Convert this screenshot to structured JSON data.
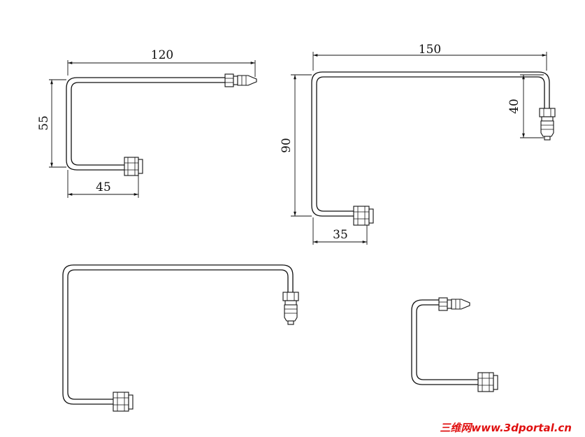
{
  "drawing": {
    "parts": [
      {
        "name": "pipe-1",
        "dimensions": {
          "top_width": "120",
          "height": "55",
          "bottom_leg": "45"
        }
      },
      {
        "name": "pipe-2",
        "dimensions": {
          "top_width": "150",
          "height": "90",
          "right_drop": "40",
          "bottom_leg": "35"
        }
      },
      {
        "name": "pipe-3",
        "dimensions": {}
      },
      {
        "name": "pipe-4",
        "dimensions": {}
      }
    ]
  },
  "watermark": {
    "text": "三维网www.3dportal.cn",
    "color": "#e01010"
  }
}
